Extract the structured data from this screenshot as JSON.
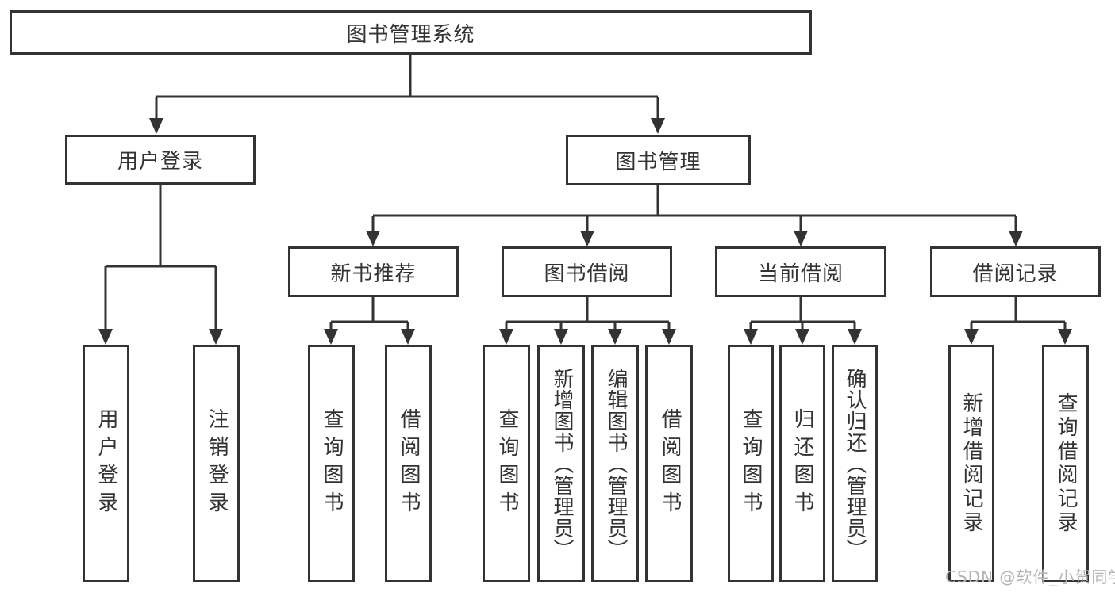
{
  "diagram": {
    "root_label": "图书管理系统",
    "branches": [
      {
        "label": "用户登录",
        "children": [
          {
            "label": "用户登录"
          },
          {
            "label": "注销登录"
          }
        ]
      },
      {
        "label": "图书管理",
        "children": [
          {
            "label": "新书推荐",
            "children": [
              {
                "label": "查询图书"
              },
              {
                "label": "借阅图书"
              }
            ]
          },
          {
            "label": "图书借阅",
            "children": [
              {
                "label": "查询图书"
              },
              {
                "label": "新增图书（管理员）"
              },
              {
                "label": "编辑图书（管理员）"
              },
              {
                "label": "借阅图书"
              }
            ]
          },
          {
            "label": "当前借阅",
            "children": [
              {
                "label": "查询图书"
              },
              {
                "label": "归还图书"
              },
              {
                "label": "确认归还（管理员）"
              }
            ]
          },
          {
            "label": "借阅记录",
            "children": [
              {
                "label": "新增借阅记录"
              },
              {
                "label": "查询借阅记录"
              }
            ]
          }
        ]
      }
    ]
  },
  "watermark": {
    "text": "CSDN @软件_小贺同学",
    "color": "#b4b4b4"
  },
  "colors": {
    "line": "#333333",
    "text": "#333333",
    "background": "#ffffff"
  }
}
